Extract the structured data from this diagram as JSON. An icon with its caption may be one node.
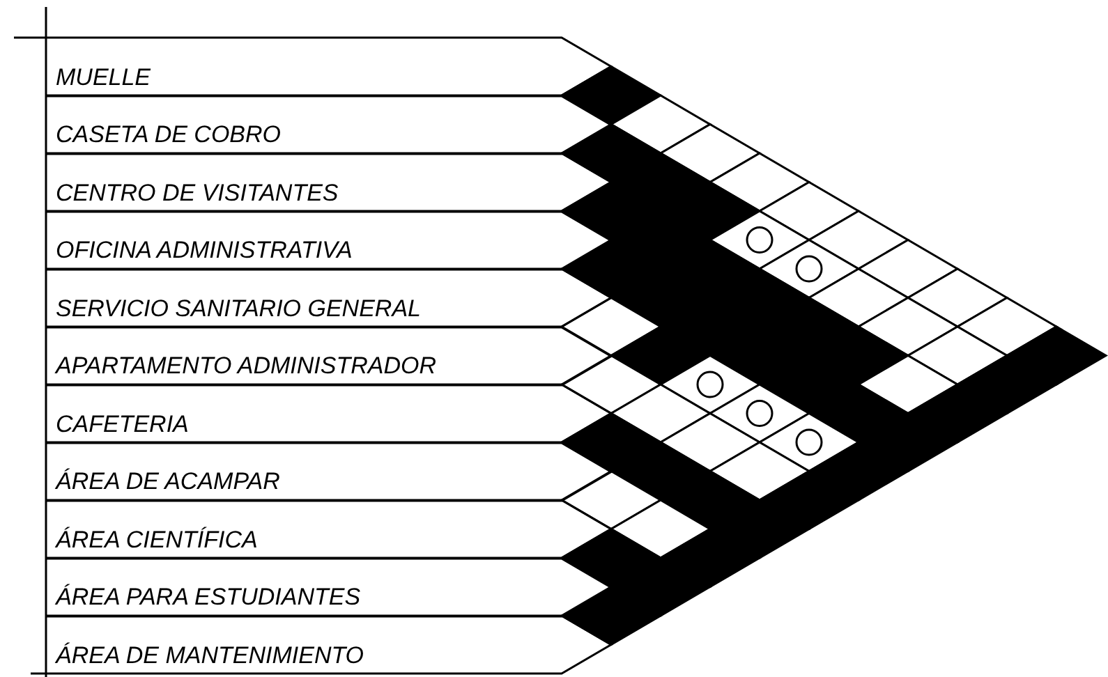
{
  "diagram": {
    "nodes": [
      {
        "text": [
          "MUELLE"
        ]
      },
      {
        "text": [
          "CASETA DE COBRO"
        ]
      },
      {
        "text": [
          "CENTRO DE VISITANTES"
        ]
      },
      {
        "text": [
          "OFICINA ADMINISTRATIVA"
        ]
      },
      {
        "text": [
          "SERVICIO SANITARIO GENERAL"
        ]
      },
      {
        "text": [
          "APARTAMENTO ADMINISTRADOR"
        ]
      },
      {
        "text": [
          "CAFETERIA"
        ]
      },
      {
        "text": [
          "ÁREA DE ACAMPAR"
        ]
      },
      {
        "text": [
          "ÁREA CIENTÍFICA"
        ]
      },
      {
        "text": [
          "ÁREA PARA ESTUDIANTES"
        ]
      },
      {
        "text": [
          "ÁREA DE MANTENIMIENTO"
        ]
      }
    ]
  }
}
